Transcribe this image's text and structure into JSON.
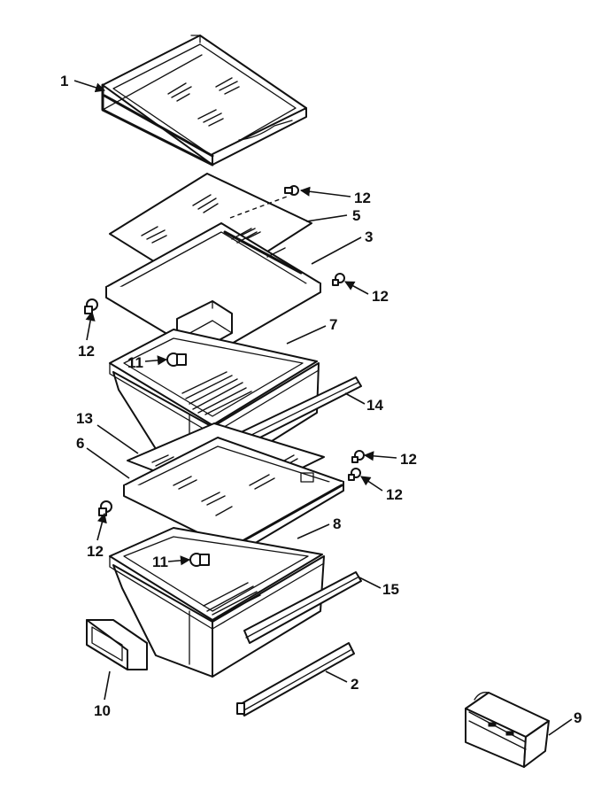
{
  "callouts": {
    "c1": "1",
    "c2": "2",
    "c3": "3",
    "c5": "5",
    "c6": "6",
    "c7": "7",
    "c8": "8",
    "c9": "9",
    "c10": "10",
    "c11_upper": "11",
    "c11_lower": "11",
    "c12_a": "12",
    "c12_b": "12",
    "c12_c": "12",
    "c12_d": "12",
    "c12_e": "12",
    "c12_f": "12",
    "c13": "13",
    "c14": "14",
    "c15": "15"
  }
}
